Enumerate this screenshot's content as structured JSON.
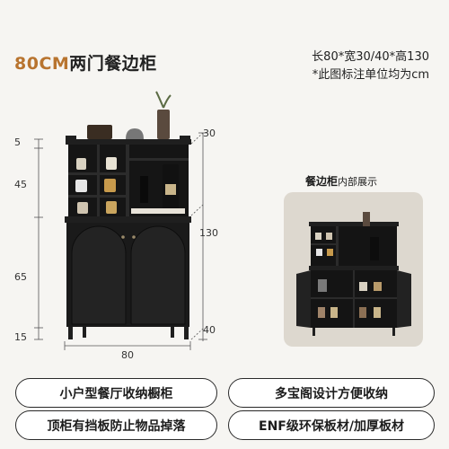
{
  "title": {
    "accent": "80CM",
    "rest": "两门餐边柜"
  },
  "specs": {
    "line1": "长80*宽30/40*高130",
    "line2": "*此图标注单位均为cm"
  },
  "dimensions": {
    "left": [
      "5",
      "45",
      "65",
      "15"
    ],
    "right": [
      "30",
      "130",
      "40"
    ],
    "bottom": "80"
  },
  "inset": {
    "caption_bold": "餐边柜",
    "caption_rest": "内部展示"
  },
  "features": [
    "小户型餐厅收纳橱柜",
    "多宝阁设计方便收纳",
    "顶柜有挡板防止物品掉落",
    "ENF级环保板材/加厚板材"
  ],
  "colors": {
    "accent": "#b8742f",
    "cabinet": "#1f1f1f",
    "background": "#f6f5f2"
  }
}
